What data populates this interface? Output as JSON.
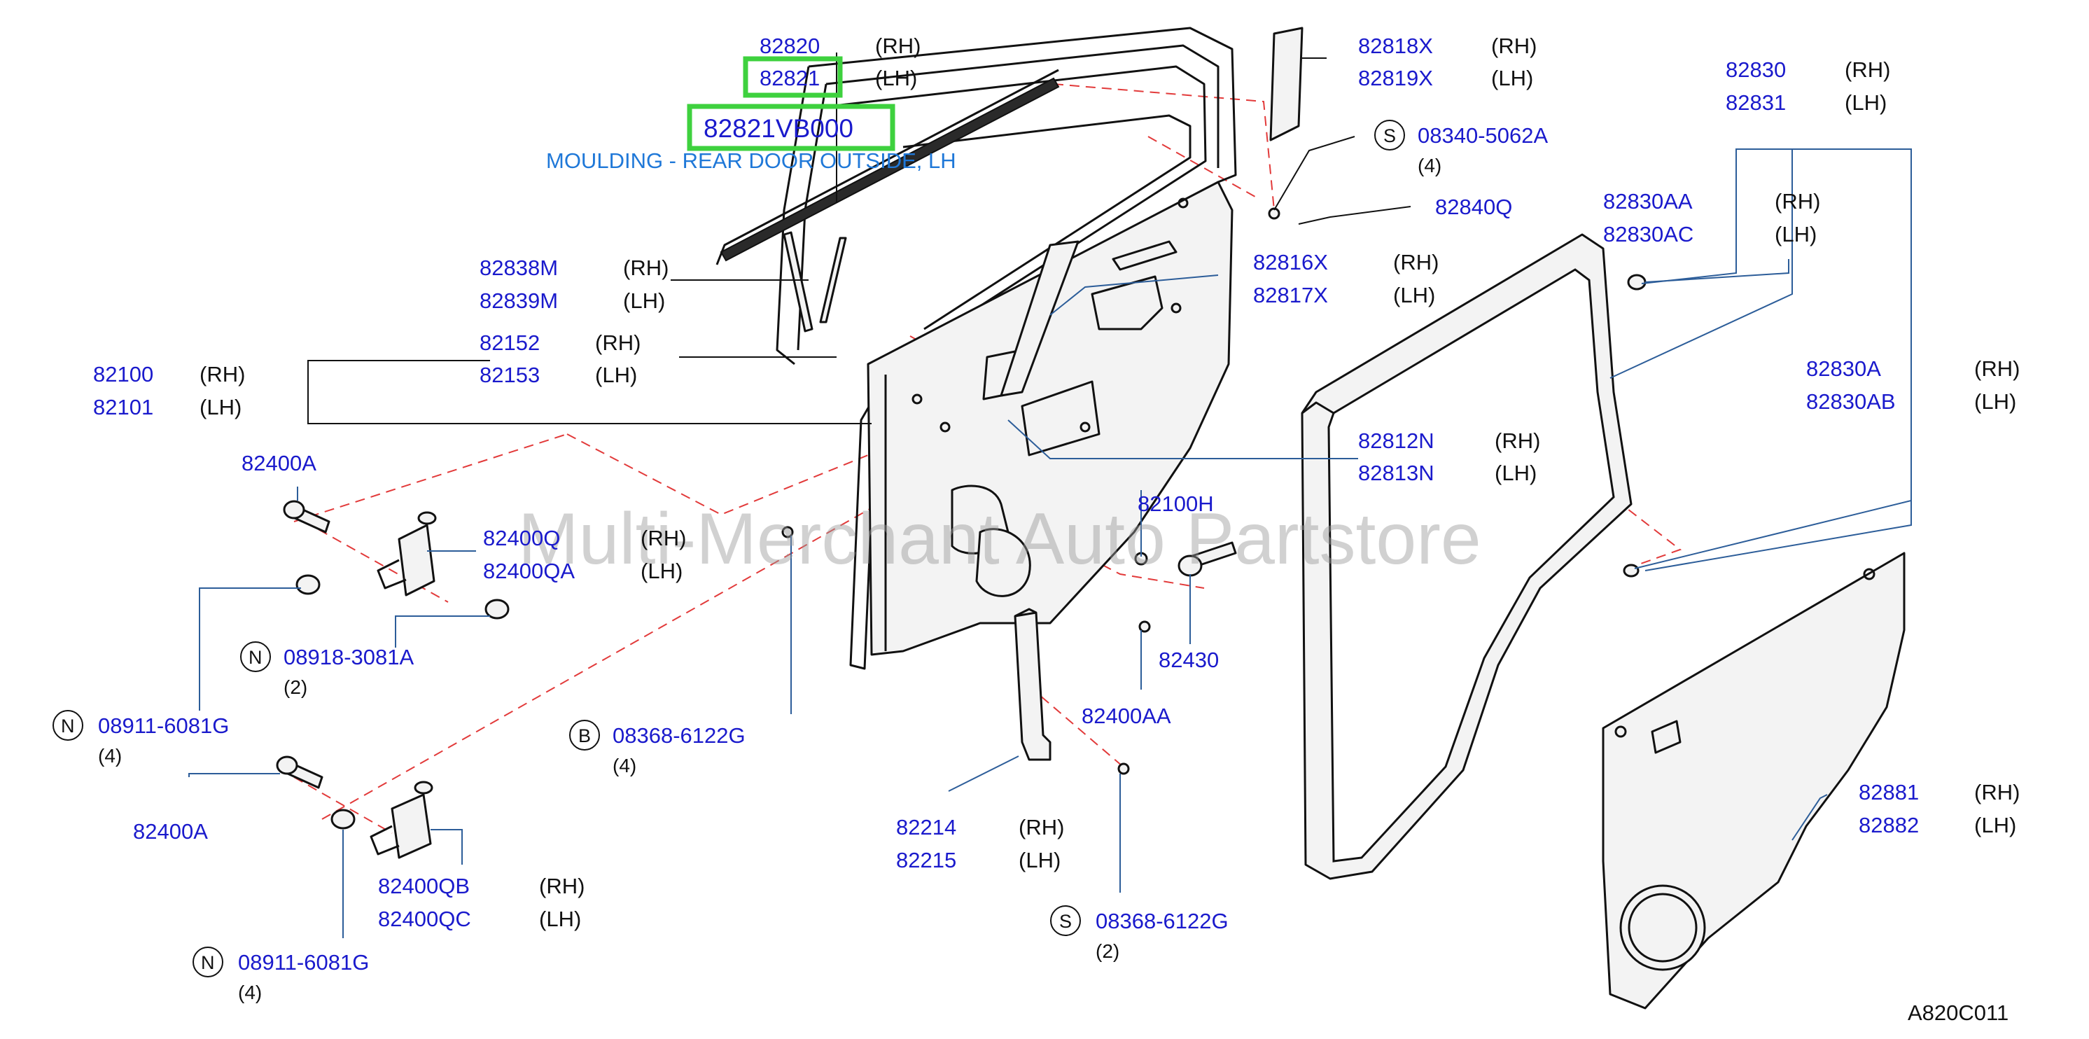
{
  "watermark": "Multi-Merchant Auto Partstore",
  "diagram_code": "A820C011",
  "selected": {
    "part_number": "82821VB000",
    "description": "MOULDING - REAR DOOR OUTSIDE, LH"
  },
  "callouts": {
    "c82820": {
      "part": "82820",
      "side": "(RH)"
    },
    "c82821": {
      "part": "82821",
      "side": "(LH)"
    },
    "c82838M": {
      "part": "82838M",
      "side": "(RH)"
    },
    "c82839M": {
      "part": "82839M",
      "side": "(LH)"
    },
    "c82152": {
      "part": "82152",
      "side": "(RH)"
    },
    "c82153": {
      "part": "82153",
      "side": "(LH)"
    },
    "c82100": {
      "part": "82100",
      "side": "(RH)"
    },
    "c82101": {
      "part": "82101",
      "side": "(LH)"
    },
    "c82818X": {
      "part": "82818X",
      "side": "(RH)"
    },
    "c82819X": {
      "part": "82819X",
      "side": "(LH)"
    },
    "c08340": {
      "symbol": "S",
      "part": "08340-5062A",
      "qty": "(4)"
    },
    "c82840Q": {
      "part": "82840Q"
    },
    "c82816X": {
      "part": "82816X",
      "side": "(RH)"
    },
    "c82817X": {
      "part": "82817X",
      "side": "(LH)"
    },
    "c82812N": {
      "part": "82812N",
      "side": "(RH)"
    },
    "c82813N": {
      "part": "82813N",
      "side": "(LH)"
    },
    "c82830": {
      "part": "82830",
      "side": "(RH)"
    },
    "c82831": {
      "part": "82831",
      "side": "(LH)"
    },
    "c82830AA": {
      "part": "82830AA",
      "side": "(RH)"
    },
    "c82830AC": {
      "part": "82830AC",
      "side": "(LH)"
    },
    "c82830A": {
      "part": "82830A",
      "side": "(RH)"
    },
    "c82830AB": {
      "part": "82830AB",
      "side": "(LH)"
    },
    "c82400A_top": {
      "part": "82400A"
    },
    "c82400Q": {
      "part": "82400Q",
      "side": "(RH)"
    },
    "c82400QA": {
      "part": "82400QA",
      "side": "(LH)"
    },
    "c08918": {
      "symbol": "N",
      "part": "08918-3081A",
      "qty": "(2)"
    },
    "c08911_a": {
      "symbol": "N",
      "part": "08911-6081G",
      "qty": "(4)"
    },
    "c08368_b": {
      "symbol": "B",
      "part": "08368-6122G",
      "qty": "(4)"
    },
    "c82100H": {
      "part": "82100H"
    },
    "c82430": {
      "part": "82430"
    },
    "c82400AA": {
      "part": "82400AA"
    },
    "c82400A_bot": {
      "part": "82400A"
    },
    "c82214": {
      "part": "82214",
      "side": "(RH)"
    },
    "c82215": {
      "part": "82215",
      "side": "(LH)"
    },
    "c82400QB": {
      "part": "82400QB",
      "side": "(RH)"
    },
    "c82400QC": {
      "part": "82400QC",
      "side": "(LH)"
    },
    "c08911_b": {
      "symbol": "N",
      "part": "08911-6081G",
      "qty": "(4)"
    },
    "c08368_s": {
      "symbol": "S",
      "part": "08368-6122G",
      "qty": "(2)"
    },
    "c82881": {
      "part": "82881",
      "side": "(RH)"
    },
    "c82882": {
      "part": "82882",
      "side": "(LH)"
    }
  },
  "colors": {
    "part_number": "#1a1acc",
    "description": "#1f78d8",
    "highlight": "#3ed13e",
    "phantom_line": "#e23a3a",
    "outline": "#111111"
  }
}
